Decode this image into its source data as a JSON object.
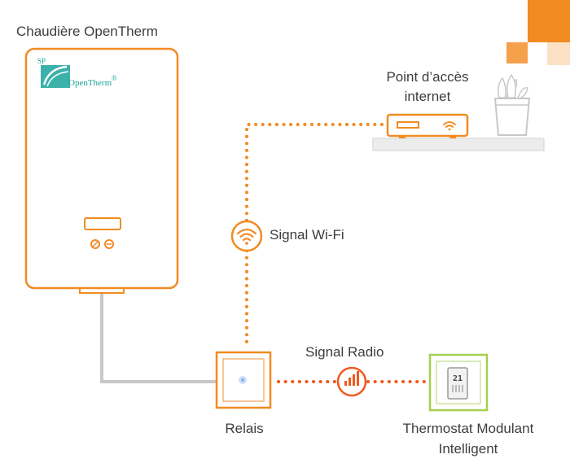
{
  "boiler": {
    "title": "Chaudière OpenTherm",
    "logo_prefix": "SP",
    "logo_brand": "OpenTherm",
    "logo_mark": "®"
  },
  "access_point": {
    "label_line1": "Point d’accès",
    "label_line2": "internet"
  },
  "wifi_signal": {
    "label": "Signal Wi-Fi"
  },
  "radio_signal": {
    "label": "Signal Radio"
  },
  "relay": {
    "label": "Relais"
  },
  "thermostat": {
    "label_line1": "Thermostat Modulant",
    "label_line2": "Intelligent",
    "display": "21"
  },
  "colors": {
    "orange": "#f18b22",
    "dark_orange": "#e8741c",
    "red_orange": "#ef5a1f",
    "green": "#a6cf4a",
    "gray": "#c8c8c8",
    "shelf": "#ececec",
    "teal": "#1aa39a"
  }
}
